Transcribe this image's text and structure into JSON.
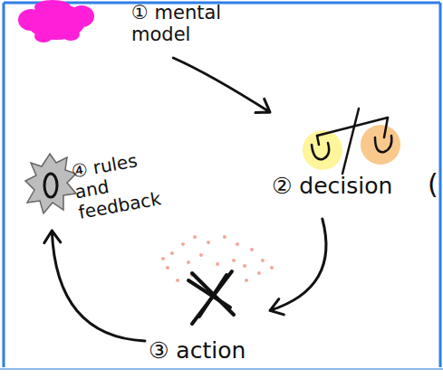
{
  "diagram": {
    "nodes": [
      {
        "text": [
          "① mental model"
        ]
      },
      {
        "text": [
          "② decision"
        ]
      },
      {
        "text": [
          "③ action"
        ]
      },
      {
        "text": [
          "④ rules and feedback"
        ]
      }
    ],
    "edges": [
      {
        "from": 0,
        "to": 1,
        "arrow": "to"
      },
      {
        "from": 1,
        "to": 2,
        "arrow": "to"
      },
      {
        "from": 2,
        "to": 3,
        "arrow": "to"
      }
    ],
    "labels": [
      "("
    ]
  }
}
